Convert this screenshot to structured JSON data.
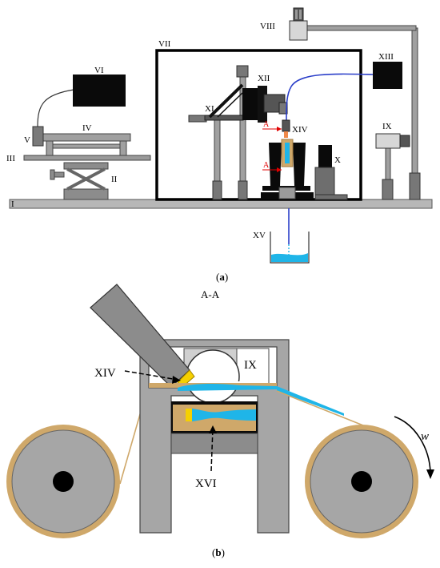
{
  "labels": {
    "I": "I",
    "II": "II",
    "III": "III",
    "IV": "IV",
    "V": "V",
    "VI": "VI",
    "VII": "VII",
    "VIII": "VIII",
    "IX": "IX",
    "X": "X",
    "XI": "XI",
    "XII": "XII",
    "XIII": "XIII",
    "XIV": "XIV",
    "XV": "XV",
    "XVI": "XVI",
    "A": "A",
    "w": "w"
  },
  "captions": {
    "a_open": "(",
    "a_bold": "a",
    "a_close": ")",
    "b_open": "(",
    "b_bold": "b",
    "b_close": ")"
  },
  "section_title": "A-A",
  "colors": {
    "frame": "#000000",
    "rail": "#b7b7b7",
    "rail_dark": "#7f7f7f",
    "device": "#0a0a0a",
    "blue_line": "#2b3fc9",
    "water": "#1fb5e8",
    "gold": "#cfa86a",
    "gold_dark": "#b99051",
    "yellow": "#f5d000",
    "gray_body": "#a6a6a6",
    "gray_dark": "#595959",
    "red": "#e00000"
  }
}
